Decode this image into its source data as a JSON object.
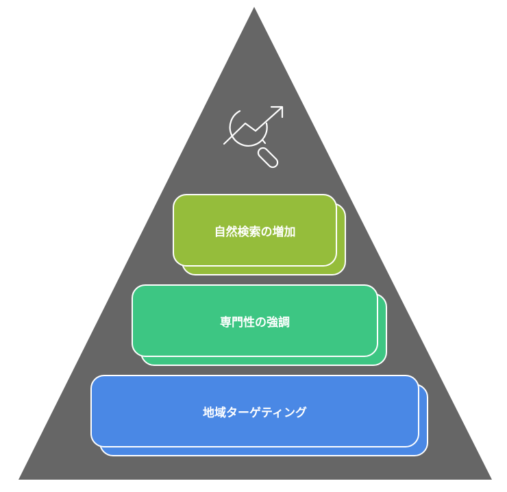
{
  "pyramid": {
    "color": "#666666",
    "icon": "search-trend-icon",
    "levels": [
      {
        "label": "自然検索の増加",
        "color": "#95bd3b"
      },
      {
        "label": "専門性の強調",
        "color": "#3dc683"
      },
      {
        "label": "地域ターゲティング",
        "color": "#4a88e5"
      }
    ]
  }
}
